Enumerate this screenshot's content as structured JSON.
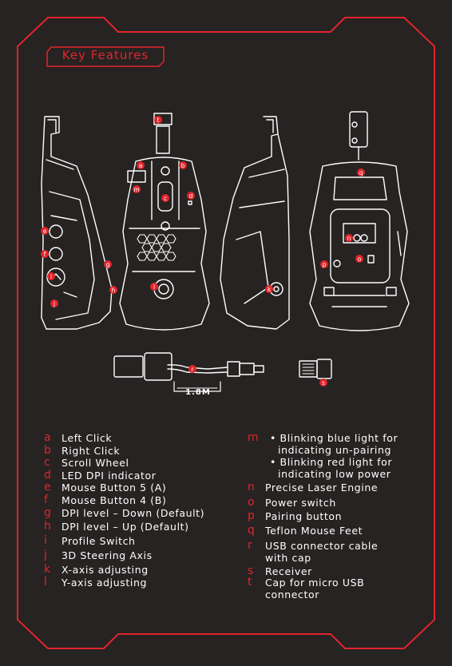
{
  "title": "Key Features",
  "cable_length": "1.8M",
  "colors": {
    "accent": "#e3242b",
    "background": "#262322",
    "line": "#ffffff"
  },
  "callouts": [
    "a",
    "b",
    "c",
    "d",
    "e",
    "f",
    "g",
    "h",
    "i",
    "j",
    "k",
    "l",
    "m",
    "n",
    "o",
    "p",
    "q",
    "r",
    "s",
    "t"
  ],
  "legend_left": [
    {
      "letter": "a",
      "text": "Left Click"
    },
    {
      "letter": "b",
      "text": "Right Click"
    },
    {
      "letter": "c",
      "text": "Scroll Wheel"
    },
    {
      "letter": "d",
      "text": "LED DPI indicator"
    },
    {
      "letter": "e",
      "text": "Mouse Button 5 (A)"
    },
    {
      "letter": "f",
      "text": "Mouse Button 4 (B)"
    },
    {
      "letter": "g",
      "text": "DPI level – Down (Default)"
    },
    {
      "letter": "h",
      "text": "DPI level – Up (Default)"
    },
    {
      "letter": "i",
      "text": "Profile Switch"
    },
    {
      "letter": "j",
      "text": "3D Steering Axis"
    },
    {
      "letter": "k",
      "text": "X-axis adjusting"
    },
    {
      "letter": "l",
      "text": "Y-axis adjusting"
    }
  ],
  "legend_m": {
    "letter": "m",
    "line1": "• Blinking blue light for",
    "line2": "indicating un-pairing",
    "line3": "• Blinking red light for",
    "line4": "indicating low power"
  },
  "legend_right": [
    {
      "letter": "n",
      "text": "Precise Laser Engine"
    },
    {
      "letter": "o",
      "text": "Power switch"
    },
    {
      "letter": "p",
      "text": "Pairing button"
    },
    {
      "letter": "q",
      "text": "Teflon Mouse Feet"
    }
  ],
  "legend_r": {
    "letter": "r",
    "line1": "USB connector cable",
    "line2": "with cap"
  },
  "legend_s": {
    "letter": "s",
    "text": "Receiver"
  },
  "legend_t": {
    "letter": "t",
    "line1": "Cap for micro USB",
    "line2": "connector"
  }
}
